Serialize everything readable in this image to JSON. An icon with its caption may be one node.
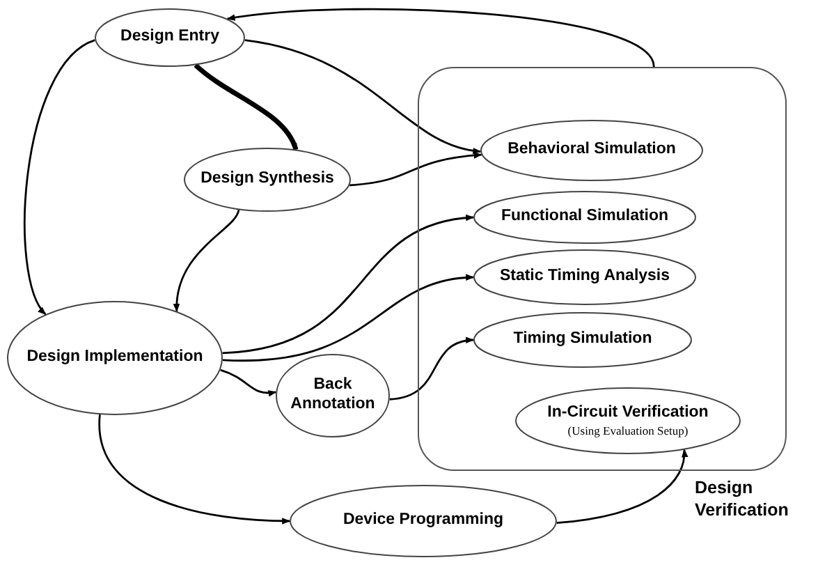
{
  "diagram": {
    "nodes": [
      {
        "text": [
          "Design Entry"
        ]
      },
      {
        "text": [
          "Design Synthesis"
        ]
      },
      {
        "text": [
          "Design Implementation"
        ]
      },
      {
        "text": [
          "Back Annotation"
        ]
      },
      {
        "text": [
          "Device Programming"
        ]
      },
      {
        "text": [
          "Design Verification"
        ]
      },
      {
        "text": [
          "Behavioral Simulation"
        ],
        "in": 5
      },
      {
        "text": [
          "Functional Simulation"
        ],
        "in": 5
      },
      {
        "text": [
          "Static Timing Analysis"
        ],
        "in": 5
      },
      {
        "text": [
          "Timing Simulation"
        ],
        "in": 5
      },
      {
        "text": [
          "In-Circuit Verification",
          "(Using Evaluation Setup)"
        ],
        "in": 5
      }
    ],
    "edges": [
      {
        "from": 0,
        "to": 1,
        "arrow": "to",
        "style": "thick"
      },
      {
        "from": 0,
        "to": 6,
        "arrow": "to"
      },
      {
        "from": 0,
        "to": 2,
        "arrow": "to"
      },
      {
        "from": 5,
        "to": 0,
        "arrow": "to"
      },
      {
        "from": 1,
        "to": 6,
        "arrow": "to"
      },
      {
        "from": 1,
        "to": 2,
        "arrow": "to"
      },
      {
        "from": 2,
        "to": 7,
        "arrow": "to"
      },
      {
        "from": 2,
        "to": 8,
        "arrow": "to"
      },
      {
        "from": 2,
        "to": 3,
        "arrow": "to"
      },
      {
        "from": 3,
        "to": 9,
        "arrow": "to"
      },
      {
        "from": 2,
        "to": 4,
        "arrow": "to"
      },
      {
        "from": 4,
        "to": 10,
        "arrow": "to"
      }
    ]
  }
}
